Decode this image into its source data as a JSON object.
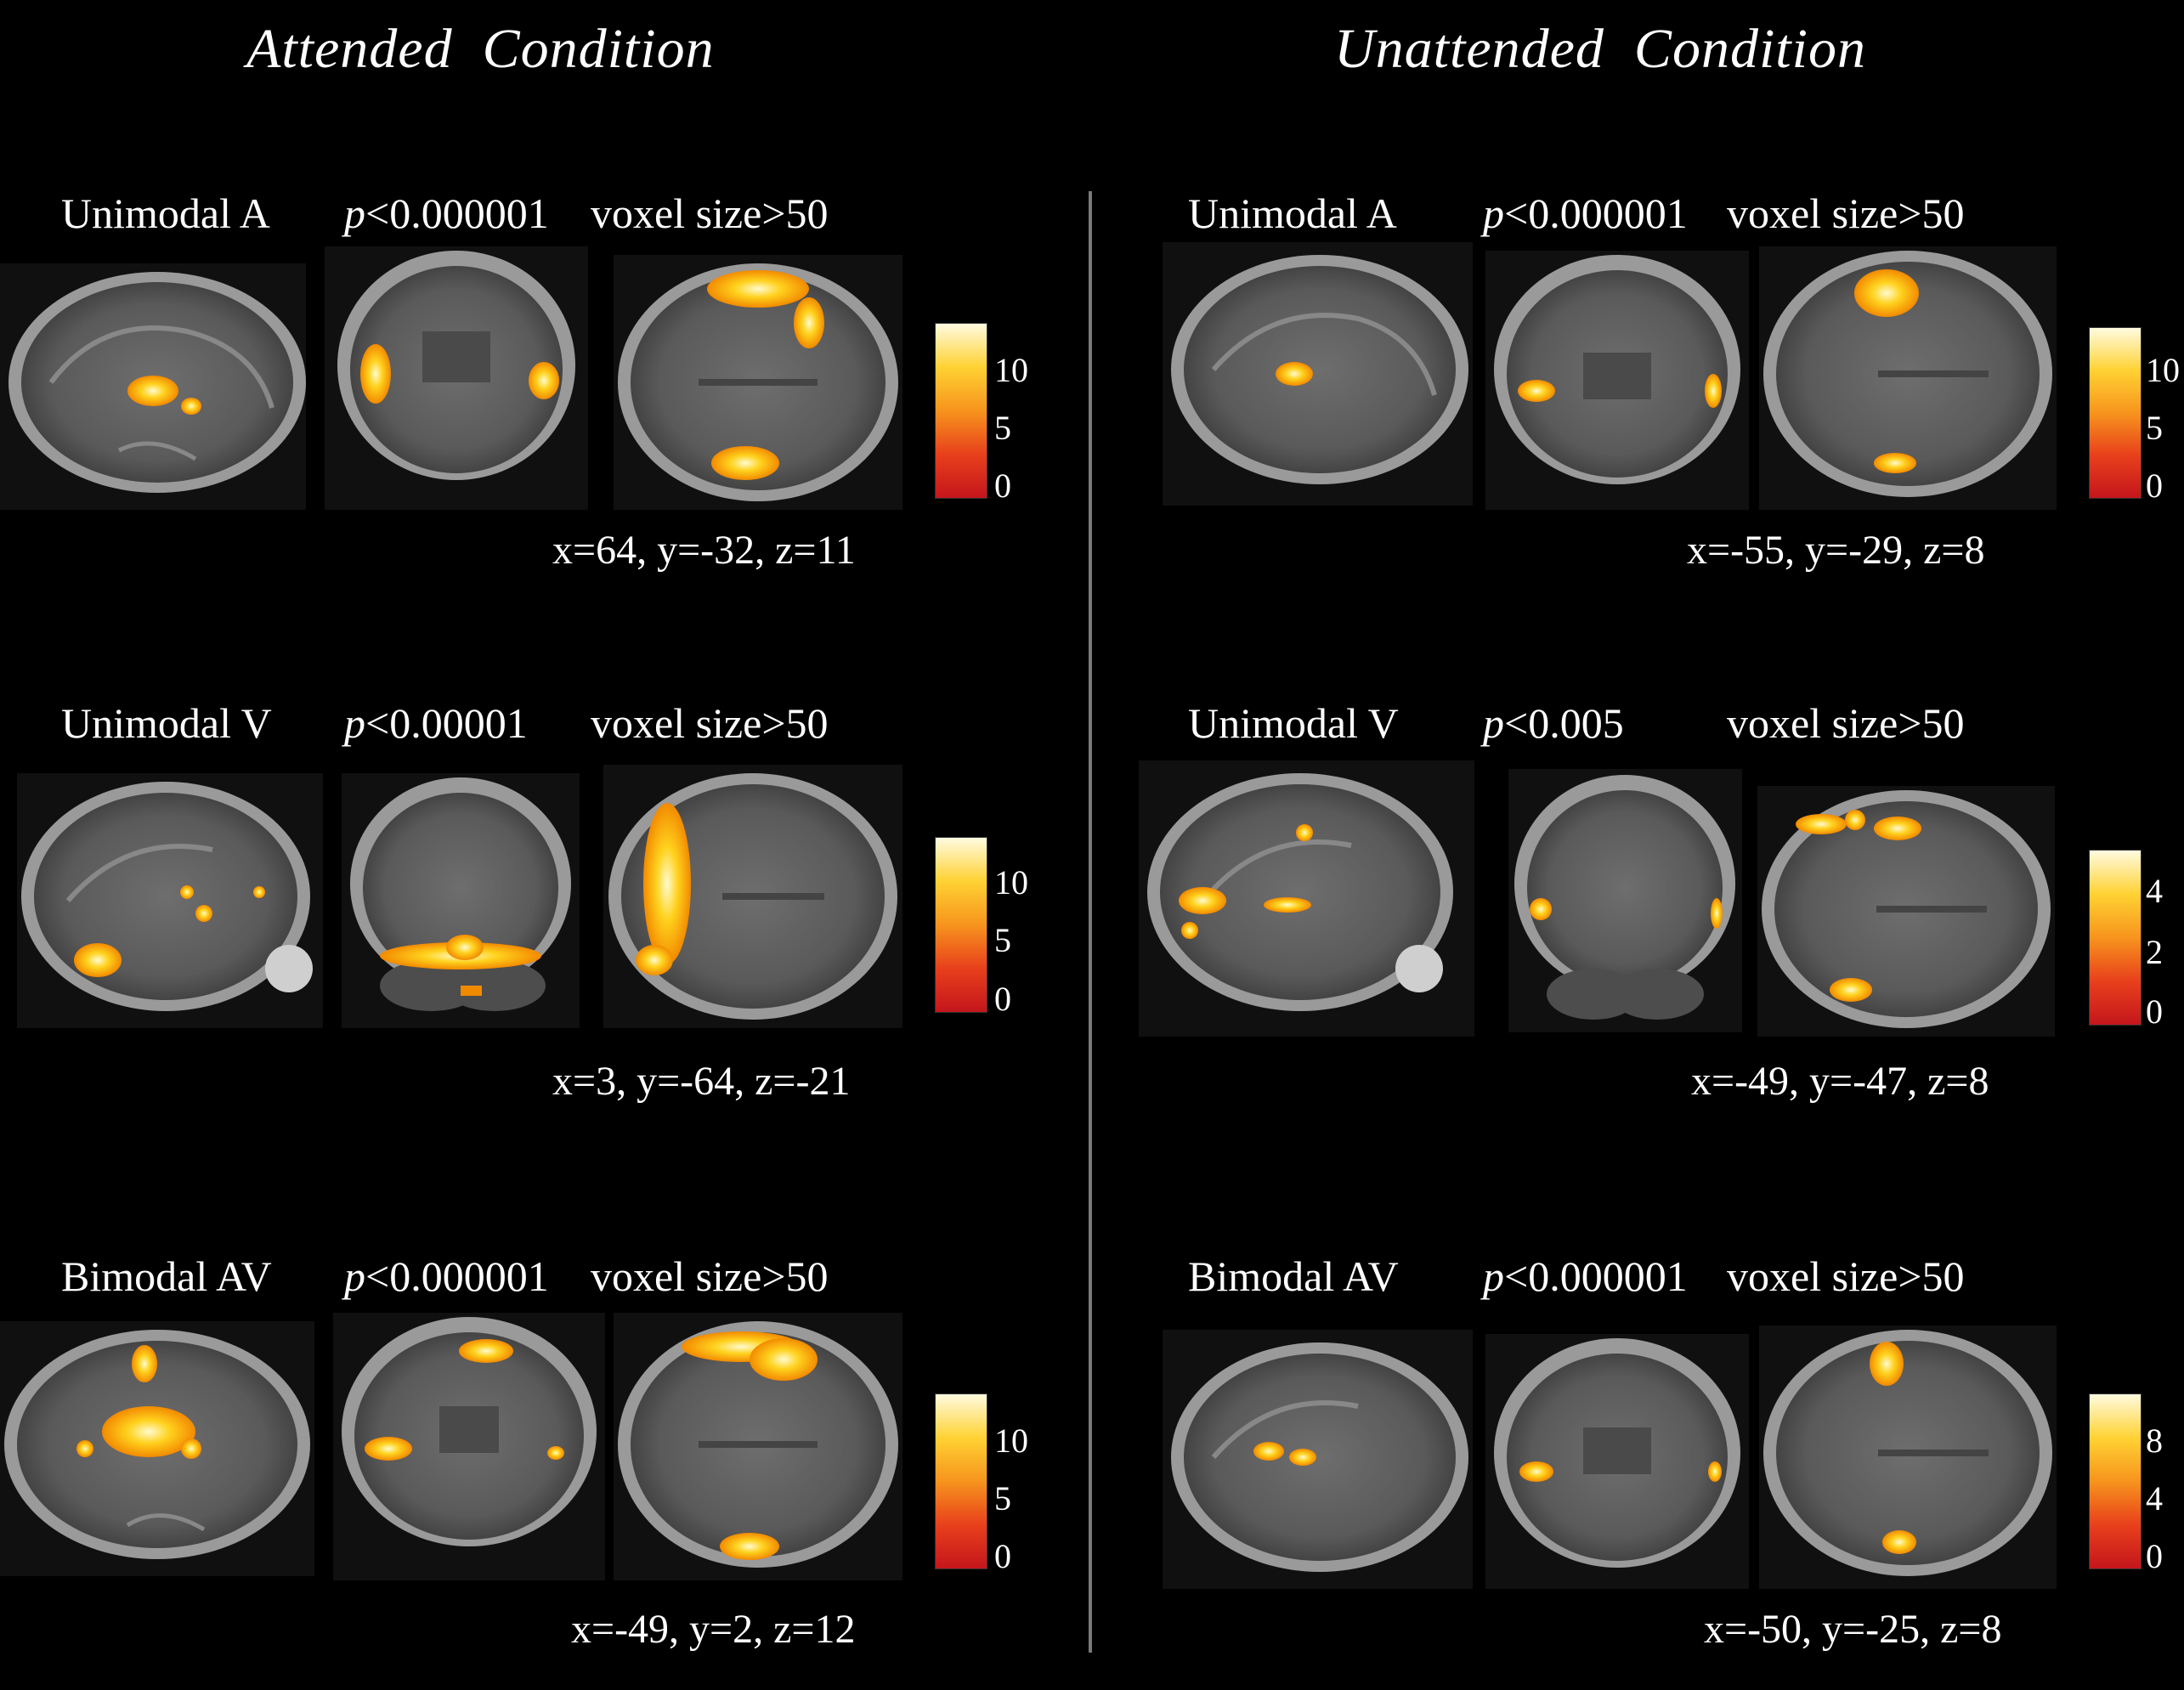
{
  "attended": {
    "title": "Attended  Condition",
    "rows": [
      {
        "label": "Unimodal A",
        "p_prefix": "p",
        "p_rest": "<0.000001",
        "voxel": "voxel size>50",
        "coords": "x=64, y=-32, z=11",
        "ticks": [
          "10",
          "5",
          "0"
        ]
      },
      {
        "label": "Unimodal V",
        "p_prefix": "p",
        "p_rest": "<0.00001",
        "voxel": "voxel size>50",
        "coords": "x=3, y=-64, z=-21",
        "ticks": [
          "10",
          "5",
          "0"
        ]
      },
      {
        "label": "Bimodal AV",
        "p_prefix": "p",
        "p_rest": "<0.000001",
        "voxel": "voxel size>50",
        "coords": "x=-49, y=2, z=12",
        "ticks": [
          "10",
          "5",
          "0"
        ]
      }
    ]
  },
  "unattended": {
    "title": "Unattended  Condition",
    "rows": [
      {
        "label": "Unimodal A",
        "p_prefix": "p",
        "p_rest": "<0.000001",
        "voxel": "voxel size>50",
        "coords": "x=-55, y=-29, z=8",
        "ticks": [
          "10",
          "5",
          "0"
        ]
      },
      {
        "label": "Unimodal V",
        "p_prefix": "p",
        "p_rest": "<0.005",
        "voxel": "voxel size>50",
        "coords": "x=-49, y=-47, z=8",
        "ticks": [
          "4",
          "2",
          "0"
        ]
      },
      {
        "label": "Bimodal AV",
        "p_prefix": "p",
        "p_rest": "<0.000001",
        "voxel": "voxel size>50",
        "coords": "x=-50, y=-25, z=8",
        "ticks": [
          "8",
          "4",
          "0"
        ]
      }
    ]
  },
  "colors": {
    "background": "#000000",
    "colorbar_low": "#c4161c",
    "colorbar_mid": "#f7941d",
    "colorbar_high": "#fffbe0",
    "activation": "#ffb400"
  }
}
